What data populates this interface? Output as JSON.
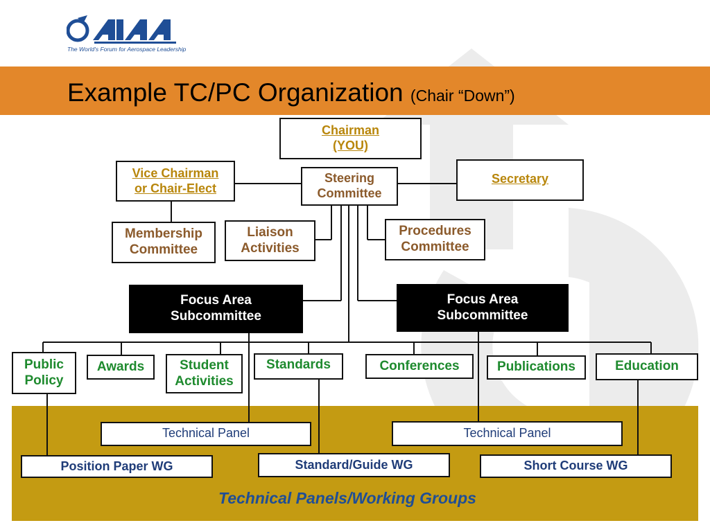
{
  "logo": {
    "wordmark": "AIAA",
    "tagline": "The World's Forum for Aerospace Leadership"
  },
  "title": {
    "main": "Example TC/PC Organization",
    "sub": "(Chair “Down”)"
  },
  "top": {
    "chairman": [
      "Chairman",
      "(YOU)"
    ],
    "vice_chairman": [
      "Vice Chairman",
      "or Chair-Elect"
    ],
    "steering": [
      "Steering",
      "Committee"
    ],
    "secretary": "Secretary"
  },
  "committees": {
    "membership": [
      "Membership",
      "Committee"
    ],
    "liaison": [
      "Liaison",
      "Activities"
    ],
    "procedures": [
      "Procedures",
      "Committee"
    ]
  },
  "focus_areas": {
    "left": [
      "Focus Area",
      "Subcommittee"
    ],
    "right": [
      "Focus Area",
      "Subcommittee"
    ]
  },
  "subgroups": {
    "public_policy": [
      "Public",
      "Policy"
    ],
    "awards": "Awards",
    "student_activities": [
      "Student",
      "Activities"
    ],
    "standards": "Standards",
    "conferences": "Conferences",
    "publications": "Publications",
    "education": "Education"
  },
  "panels": {
    "technical_left": "Technical Panel",
    "technical_right": "Technical Panel",
    "position_paper": "Position Paper WG",
    "standard_guide": "Standard/Guide WG",
    "short_course": "Short Course WG",
    "caption": "Technical Panels/Working Groups"
  },
  "colors": {
    "header_band": "#e3872a",
    "gold_panel": "#c49b12",
    "officer_text": "#b8860b",
    "committee_text": "#8b5a2b",
    "subgroup_text": "#1e8a2e",
    "panel_text": "#1f3c78",
    "brand_blue": "#1f4e96"
  }
}
